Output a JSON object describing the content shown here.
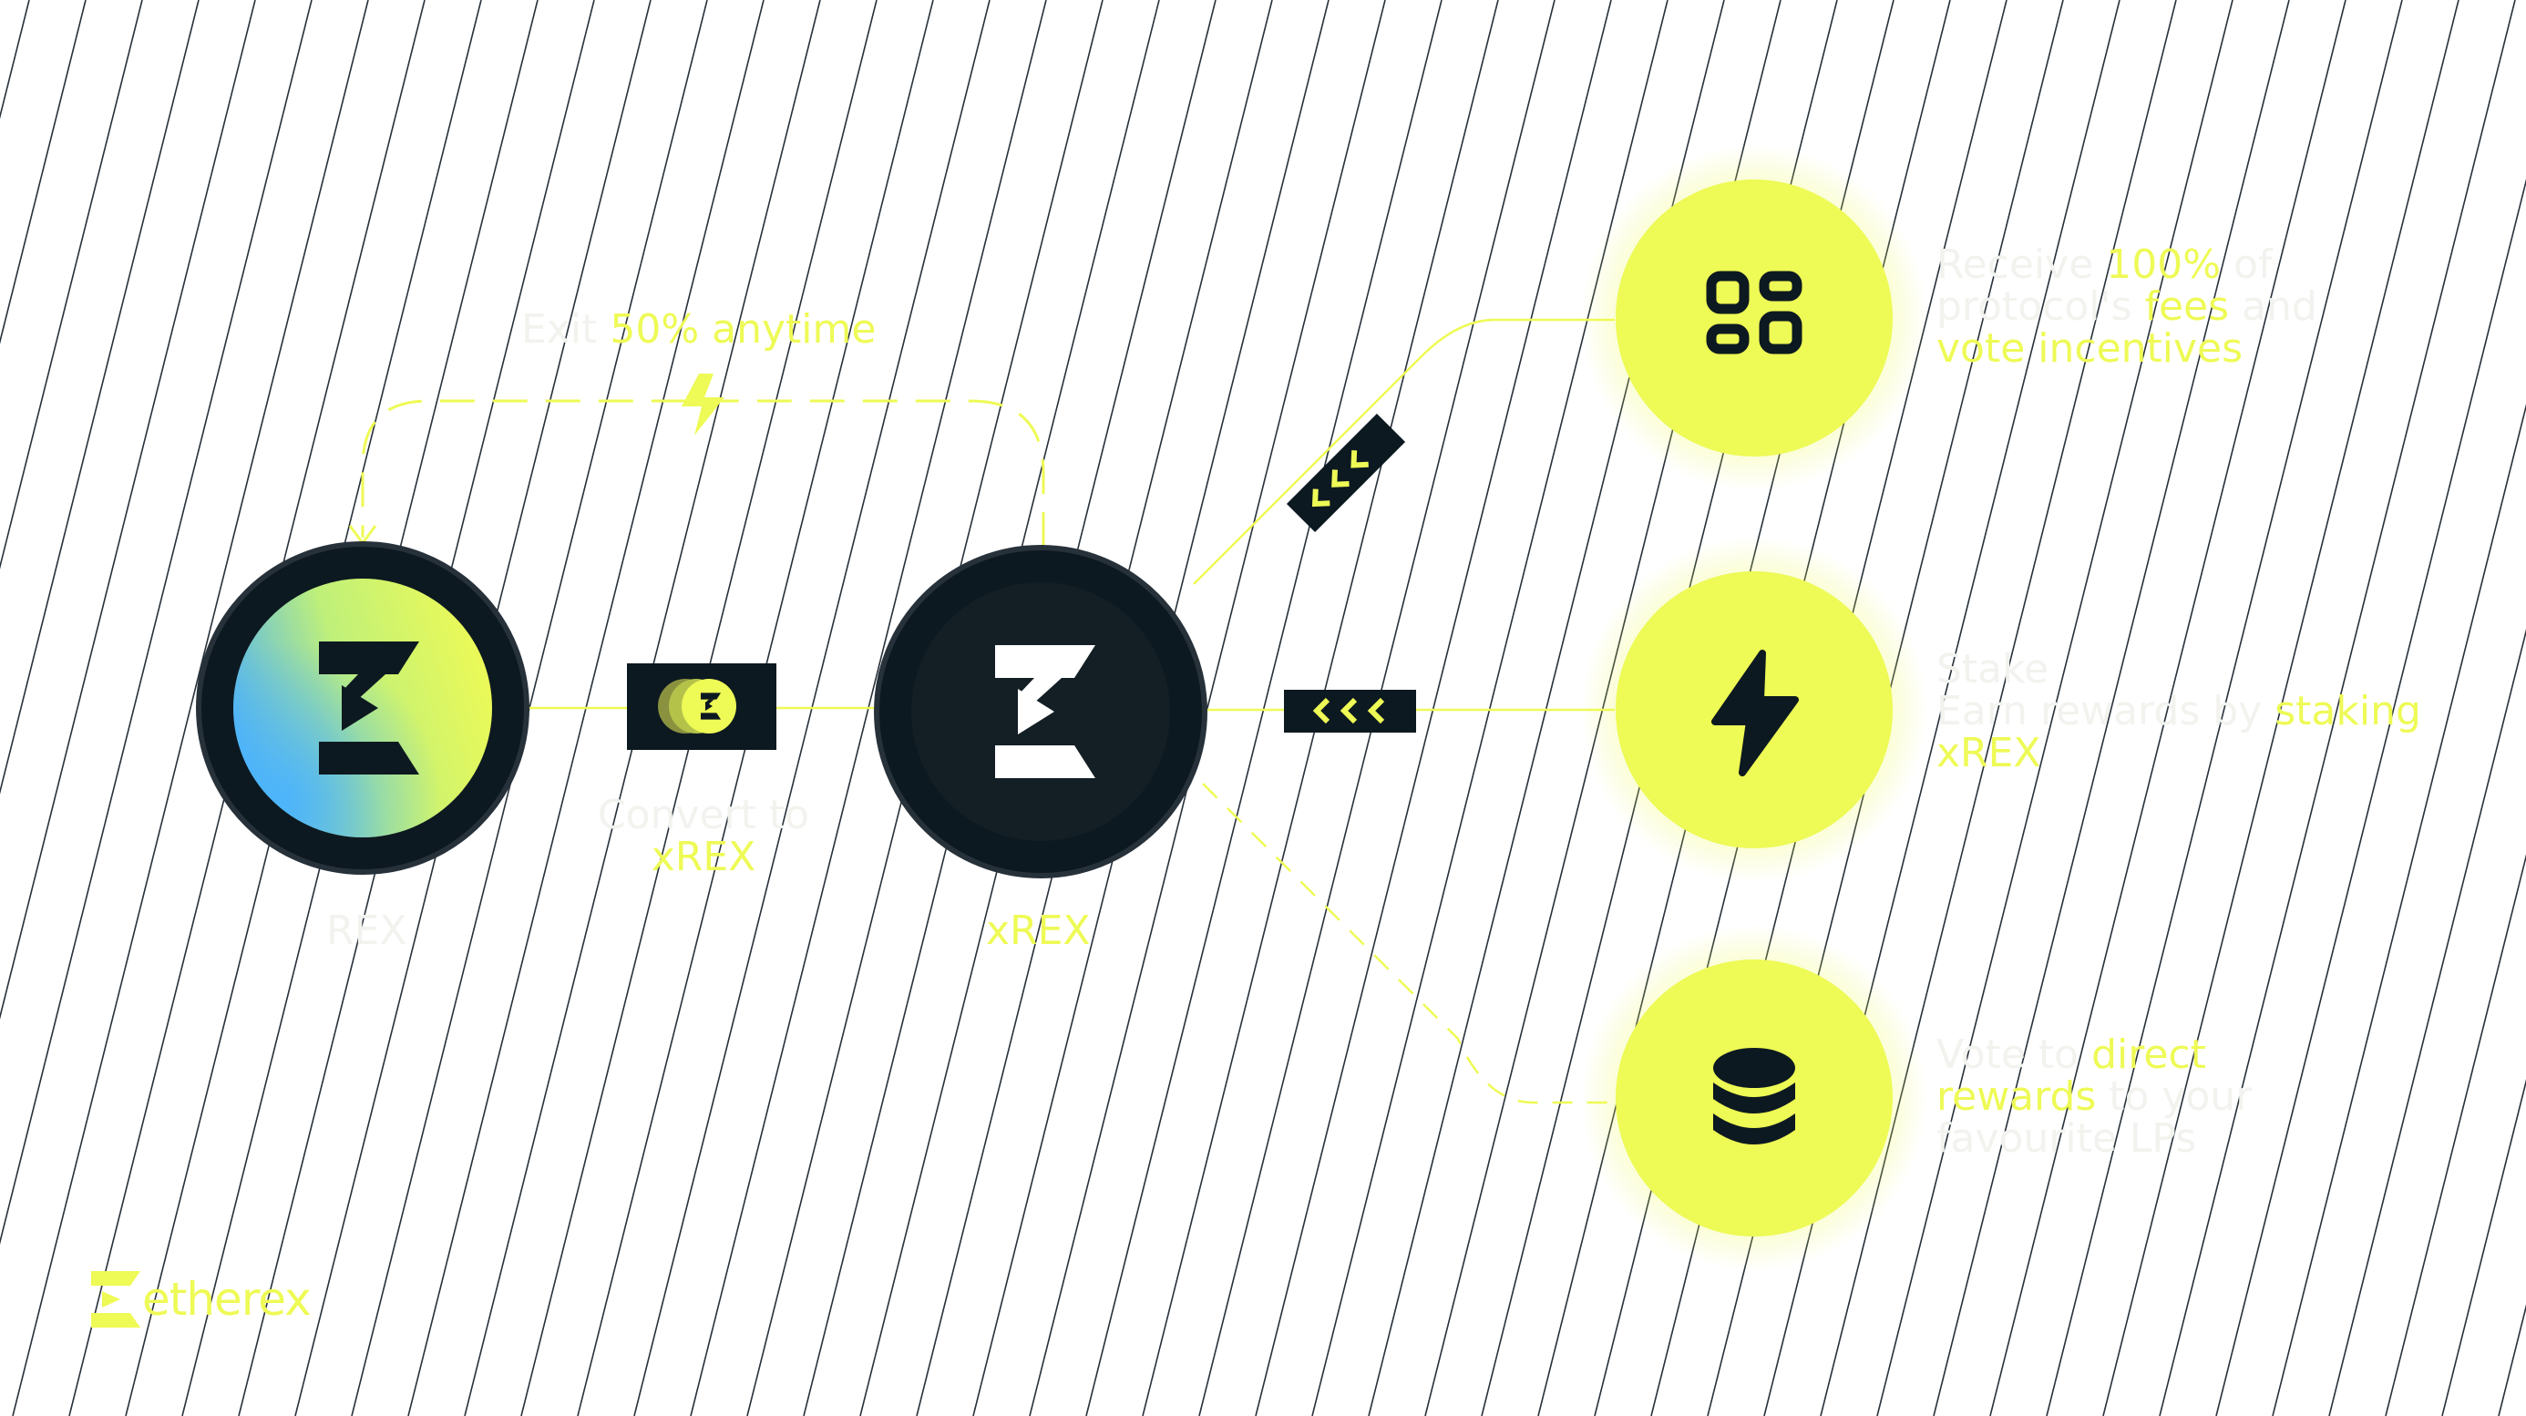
{
  "colors": {
    "accent": "#eefa55",
    "dark": "#0d1920",
    "line": "#27313a"
  },
  "exit_label": {
    "prefix": "Exit",
    "highlight": "50% anytime"
  },
  "convert_label": {
    "line1": "Convert to",
    "line2": "xREX"
  },
  "token_labels": {
    "rex": "REX",
    "xrex": "xREX"
  },
  "benefits": [
    {
      "icon": "grid-icon",
      "parts": [
        {
          "t": "Receive ",
          "h": false
        },
        {
          "t": "100%",
          "h": true
        },
        {
          "t": " of",
          "h": false
        },
        {
          "t": "\n",
          "h": false
        },
        {
          "t": "protocol's ",
          "h": false
        },
        {
          "t": "fees",
          "h": true
        },
        {
          "t": " and",
          "h": false
        },
        {
          "t": "\n",
          "h": false
        },
        {
          "t": "vote incentives",
          "h": true
        }
      ]
    },
    {
      "icon": "lightning-icon",
      "parts": [
        {
          "t": "Stake",
          "h": false
        },
        {
          "t": "\n",
          "h": false
        },
        {
          "t": "Earn rewards by ",
          "h": false
        },
        {
          "t": "staking",
          "h": true
        },
        {
          "t": "\n",
          "h": false
        },
        {
          "t": "xREX",
          "h": true
        }
      ]
    },
    {
      "icon": "coins-icon",
      "parts": [
        {
          "t": "Vote to ",
          "h": false
        },
        {
          "t": "direct",
          "h": true
        },
        {
          "t": "\n",
          "h": false
        },
        {
          "t": "rewards",
          "h": true
        },
        {
          "t": " to your",
          "h": false
        },
        {
          "t": "\n",
          "h": false
        },
        {
          "t": "favourite LPs",
          "h": false
        }
      ]
    }
  ],
  "brand": {
    "name": "etherex"
  }
}
